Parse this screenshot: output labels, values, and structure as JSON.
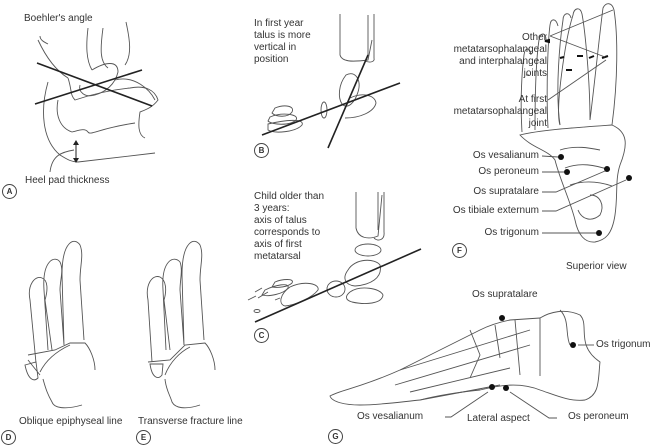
{
  "panels": {
    "A": {
      "badge": "A",
      "labels": {
        "boehler": "Boehler's angle",
        "heel_pad": "Heel pad thickness"
      }
    },
    "B": {
      "badge": "B",
      "caption": [
        "In first year",
        "talus is more",
        "vertical in",
        "position"
      ]
    },
    "C": {
      "badge": "C",
      "caption": [
        "Child older than",
        "3 years:",
        "axis of talus",
        "corresponds to",
        "axis of first",
        "metatarsal"
      ]
    },
    "D": {
      "badge": "D",
      "caption": "Oblique epiphyseal line"
    },
    "E": {
      "badge": "E",
      "caption": "Transverse fracture line"
    },
    "F": {
      "badge": "F",
      "other_joints": [
        "Other",
        "metatarsophalangeal",
        "and interphalangeal",
        "joints"
      ],
      "first_joint": [
        "At first",
        "metatarsophalangeal",
        "joint"
      ],
      "ossicles": [
        "Os vesalianum",
        "Os peroneum",
        "Os supratalare",
        "Os tibiale externum",
        "Os trigonum"
      ],
      "view": "Superior view"
    },
    "G": {
      "badge": "G",
      "os_supratalare": "Os supratalare",
      "os_trigonum": "Os trigonum",
      "os_vesalianum": "Os vesalianum",
      "lateral_aspect": "Lateral aspect",
      "os_peroneum": "Os peroneum"
    }
  }
}
